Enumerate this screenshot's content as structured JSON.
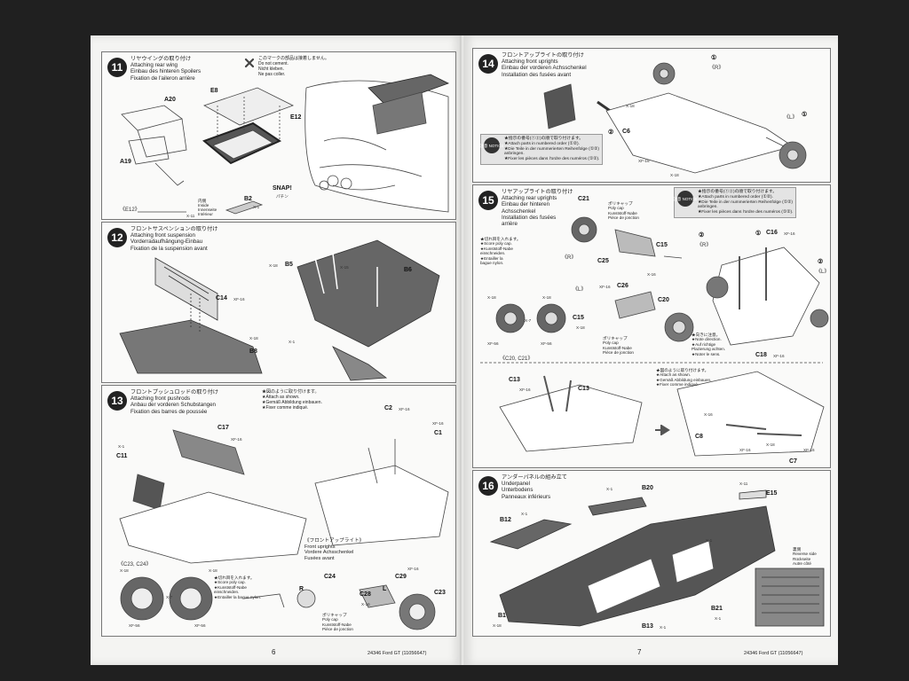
{
  "pages": {
    "left_number": "6",
    "right_number": "7",
    "left_code": "24346 Ford GT (11056647)",
    "right_code": "24346 Ford GT (11056647)"
  },
  "steps": [
    {
      "number": "11",
      "titles": [
        "リヤウイングの取り付け",
        "Attaching rear wing",
        "Einbau des hinteren Spoilers",
        "Fixation de l'aileron arrière"
      ],
      "notes": [
        "このマークの部品は接着しません。",
        "Do not cement.",
        "Nicht kleben.",
        "Ne pas coller."
      ],
      "labels": [
        "A20",
        "E8",
        "A19",
        "E12",
        "B2",
        "X-1",
        "SNAP!",
        "パチン",
        "《E12》",
        "内側",
        "Inside",
        "Innenseite",
        "Intérieur",
        "X-11"
      ]
    },
    {
      "number": "12",
      "titles": [
        "フロントサスペンションの取り付け",
        "Attaching front suspension",
        "Vorderradaufhängung-Einbau",
        "Fixation de la suspension avant"
      ],
      "labels": [
        "X-18",
        "B5",
        "X-15",
        "B6",
        "C14",
        "XF-16",
        "X-18",
        "B8",
        "X-1"
      ]
    },
    {
      "number": "13",
      "titles": [
        "フロントプッシュロッドの取り付け",
        "Attaching front pushrods",
        "Anbau der vorderen Schubstangen",
        "Fixation des barres de poussée"
      ],
      "notes": [
        "★図のように取り付けます。",
        "★Attach as shown.",
        "★Gemäß Abbildung einbauen.",
        "★Fixer comme indiqué."
      ],
      "sub_titles": [
        "《フロントアップライト》",
        "Front uprights",
        "Vordere Achsschenkel",
        "Fusées avant"
      ],
      "cut_notes": [
        "★切れ目を入れます。",
        "★Score poly cap.",
        "★Kunststoff-Nabe",
        "einschneiden.",
        "★Entailler la bague nylon."
      ],
      "poly_cap": [
        "ポリキャップ",
        "Poly cap",
        "Kunststoff-Nabe",
        "Pièce de jonction"
      ],
      "labels": [
        "C17",
        "XF-16",
        "X-1",
        "C11",
        "C2",
        "XF-16",
        "XF-16",
        "C1",
        "《C23, C24》",
        "X-18",
        "X-18",
        "X-7",
        "XF-56",
        "XF-56",
        "C24",
        "C28",
        "X-16",
        "C29",
        "XF-16",
        "C23",
        "R",
        "L"
      ]
    },
    {
      "number": "14",
      "titles": [
        "フロントアップライトの取り付け",
        "Attaching front uprights",
        "Einbau der vorderen Achsschenkel",
        "Installation des fusées avant"
      ],
      "notice": [
        "★指示の番号(①②)の順で取り付けます。",
        "★Attach parts in numbered order (①②).",
        "★Die Teile in der nummerierten Reihenfolge (①②)",
        "anbringen.",
        "★Fixer les pièces dans l'ordre des numéros (①②)."
      ],
      "notice_badge": "注意 NOTICE",
      "labels": [
        "①",
        "《R》",
        "②",
        "C6",
        "X-18",
        "XF-16",
        "X-18",
        "《L》",
        "①"
      ]
    },
    {
      "number": "15",
      "titles": [
        "リヤアップライトの取り付け",
        "Attaching rear uprights",
        "Einbau der hinteren",
        "Achsschenkel",
        "Installation des fusées",
        "arrière"
      ],
      "cut_notes": [
        "★切れ目を入れます。",
        "★Score poly cap.",
        "★Kunststoff-Nabe",
        "einschneiden.",
        "★Entailler la",
        "bague nylon."
      ],
      "poly_cap": [
        "ポリキャップ",
        "Poly cap",
        "Kunststoff-Nabe",
        "Pièce de jonction"
      ],
      "direction_notes": [
        "★向きに注意。",
        "★Note direction.",
        "★Auf richtige",
        "Plazierung achten.",
        "★Noter le sens."
      ],
      "attach_notes": [
        "★図のように取り付けます。",
        "★Attach as shown.",
        "★Gemäß Abbildung einbauen.",
        "★Fixer comme indiqué."
      ],
      "notice": [
        "★指示の番号(①②)の順で取り付けます。",
        "★Attach parts in numbered order (①②).",
        "★Die Teile in der nummerierten Reihenfolge (①②)",
        "anbringen.",
        "★Fixer les pièces dans l'ordre des numéros (①②)."
      ],
      "notice_badge": "注意 NOTICE",
      "labels": [
        "C21",
        "《R》",
        "C25",
        "C15",
        "X-16",
        "《L》",
        "XF-16",
        "C26",
        "C15",
        "X-18",
        "C20",
        "《C20, C21》",
        "X-18",
        "X-18",
        "X-7",
        "XF-56",
        "XF-56",
        "②",
        "《R》",
        "①",
        "C16",
        "XF-16",
        "②",
        "《L》",
        "C18",
        "XF-16",
        "C13",
        "C13",
        "XF-16",
        "X-16",
        "C8",
        "XF-16",
        "X-18",
        "C7",
        "XF-16"
      ]
    },
    {
      "number": "16",
      "titles": [
        "アンダーパネルの組み立て",
        "Underpanel",
        "Unterbodens",
        "Panneaux inférieurs"
      ],
      "reverse": [
        "裏側",
        "Reverse side",
        "Rückseite",
        "Autre côté"
      ],
      "labels": [
        "X-1",
        "B20",
        "X-11",
        "E15",
        "B12",
        "X-1",
        "X-1",
        "B21",
        "X-1",
        "B1",
        "X-18",
        "B13",
        "X-1"
      ]
    }
  ],
  "icons": [
    "do-not-cement-icon",
    "arrow-right-icon"
  ]
}
